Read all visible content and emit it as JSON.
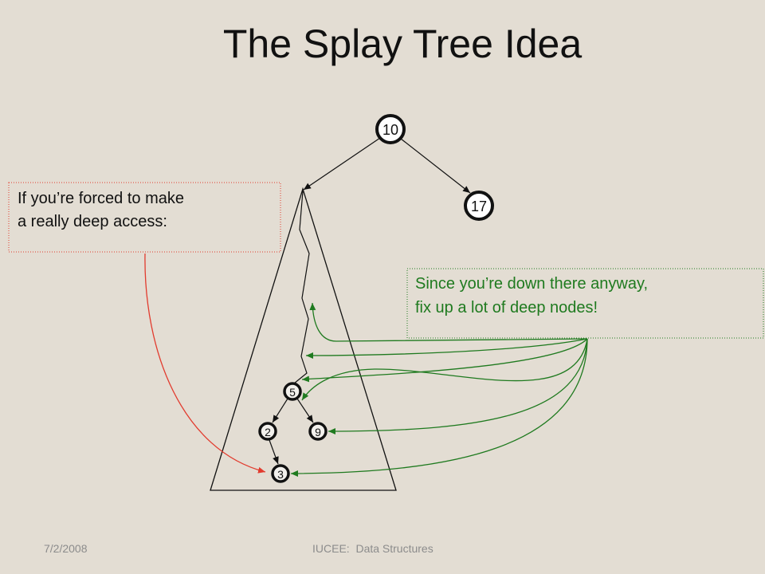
{
  "slide": {
    "title": "The Splay Tree Idea"
  },
  "tree": {
    "root": "10",
    "right_child": "17",
    "deep_nodes": {
      "n5": "5",
      "n2": "2",
      "n9": "9",
      "n3": "3"
    }
  },
  "callouts": {
    "deep_access": {
      "lines": [
        "If you’re forced to make",
        "a really deep access:"
      ]
    },
    "fix_up": {
      "lines": [
        "Since you’re down there anyway,",
        "fix up a lot of deep nodes!"
      ]
    }
  },
  "footer": {
    "date": "7/2/2008",
    "course": "IUCEE:  Data Structures"
  },
  "colors": {
    "background": "#e3ddd3",
    "ink": "#111111",
    "red": "#e23b2e",
    "green": "#1f7a1f",
    "footer": "#8c8c8c"
  }
}
